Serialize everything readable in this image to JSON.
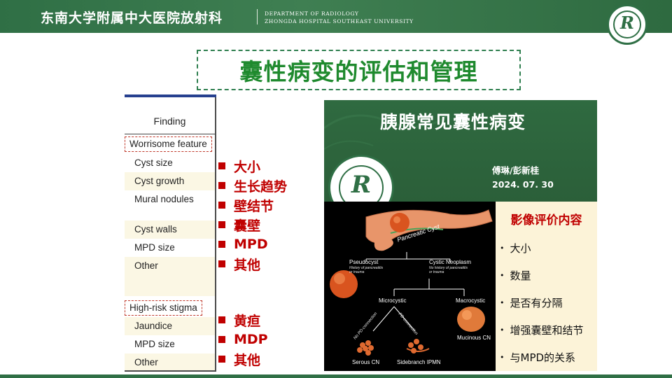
{
  "header": {
    "institution_cn": "东南大学附属中大医院放射科",
    "dept_en_line1": "DEPARTMENT OF RADIOLOGY",
    "dept_en_line2": "ZHONGDA HOSPITAL SOUTHEAST UNIVERSITY",
    "logo_mark": "R"
  },
  "slide_title": "囊性病变的评估和管理",
  "table": {
    "header": "Finding",
    "worrisome_label": "Worrisome feature",
    "worrisome_rows": [
      "Cyst size",
      "Cyst growth",
      "Mural nodules",
      "Cyst walls",
      "MPD size",
      "Other"
    ],
    "highrisk_label": "High-risk stigma",
    "highrisk_rows": [
      "Jaundice",
      "MPD size",
      "Other"
    ]
  },
  "bullets_worrisome": [
    "大小",
    "生长趋势",
    "壁结节",
    "囊壁",
    "MPD",
    "其他"
  ],
  "bullets_highrisk": [
    "黄疸",
    "MDP",
    "其他"
  ],
  "thumb": {
    "title": "胰腺常见囊性病变",
    "authors": "傅琳/彭新桂",
    "date": "2024. 07. 30",
    "seal_mark": "R"
  },
  "diagram": {
    "root": "Pancreatic Cyst",
    "pseudocyst": "Pseudocyst",
    "pseudocyst_note1": "History of pancreatitis",
    "pseudocyst_note2": "or trauma",
    "cystic_neoplasm": "Cystic Neoplasm",
    "neoplasm_note1": "No history of pancreatitis",
    "neoplasm_note2": "or trauma",
    "microcystic": "Microcystic",
    "macrocystic": "Macrocystic",
    "no_pd": "No PD-connection",
    "pd": "PD-connection",
    "serous": "Serous CN",
    "sidebranch": "Sidebranch IPMN",
    "mucinous": "Mucinous CN"
  },
  "evaluation": {
    "title": "影像评价内容",
    "items": [
      "大小",
      "数量",
      "是否有分隔",
      "增强囊壁和结节",
      "与MPD的关系"
    ]
  }
}
